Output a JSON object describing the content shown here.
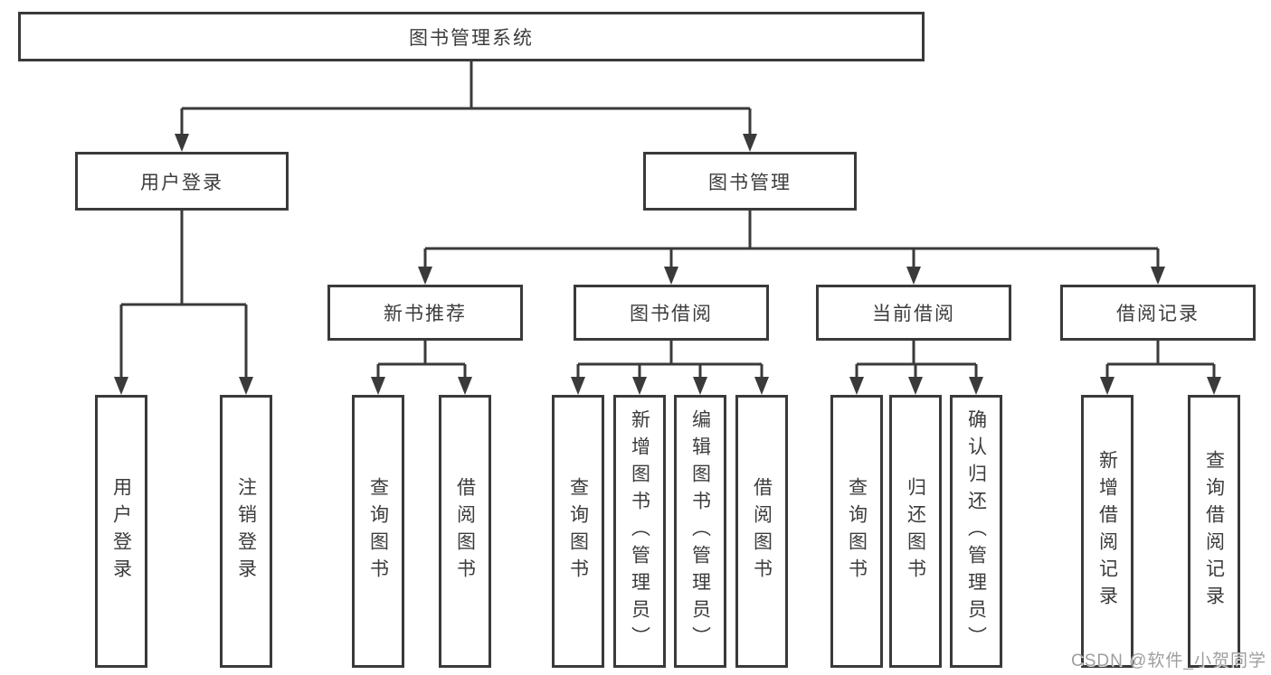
{
  "colors": {
    "line": "#3a3a3a",
    "text": "#3c3c3c",
    "watermark": "#9e9e9e",
    "background": "#ffffff"
  },
  "watermark": {
    "text": "CSDN @软件_小贺同学"
  },
  "diagram": {
    "type": "tree",
    "root": {
      "label": "图书管理系统"
    },
    "level1": [
      {
        "id": "user-login",
        "label": "用户登录",
        "parent": "图书管理系统"
      },
      {
        "id": "book-management",
        "label": "图书管理",
        "parent": "图书管理系统"
      }
    ],
    "level2": [
      {
        "id": "new-book-recommend",
        "label": "新书推荐",
        "parent": "图书管理"
      },
      {
        "id": "book-borrow",
        "label": "图书借阅",
        "parent": "图书管理"
      },
      {
        "id": "current-borrow",
        "label": "当前借阅",
        "parent": "图书管理"
      },
      {
        "id": "borrow-records",
        "label": "借阅记录",
        "parent": "图书管理"
      }
    ],
    "leaves": [
      {
        "id": "leaf-user-login",
        "label": "用户登录",
        "parent": "用户登录"
      },
      {
        "id": "leaf-logout",
        "label": "注销登录",
        "parent": "用户登录"
      },
      {
        "id": "leaf-query-books-newrec",
        "label": "查询图书",
        "parent": "新书推荐"
      },
      {
        "id": "leaf-borrow-books-newrec",
        "label": "借阅图书",
        "parent": "新书推荐"
      },
      {
        "id": "leaf-query-books-borrow",
        "label": "查询图书",
        "parent": "图书借阅"
      },
      {
        "id": "leaf-add-book-admin",
        "label": "新增图书（管理员）",
        "parent": "图书借阅"
      },
      {
        "id": "leaf-edit-book-admin",
        "label": "编辑图书（管理员）",
        "parent": "图书借阅"
      },
      {
        "id": "leaf-borrow-books-borrow",
        "label": "借阅图书",
        "parent": "图书借阅"
      },
      {
        "id": "leaf-query-books-current",
        "label": "查询图书",
        "parent": "当前借阅"
      },
      {
        "id": "leaf-return-books",
        "label": "归还图书",
        "parent": "当前借阅"
      },
      {
        "id": "leaf-confirm-return-admin",
        "label": "确认归还（管理员）",
        "parent": "当前借阅"
      },
      {
        "id": "leaf-add-borrow-record",
        "label": "新增借阅记录",
        "parent": "借阅记录"
      },
      {
        "id": "leaf-query-borrow-record",
        "label": "查询借阅记录",
        "parent": "借阅记录"
      }
    ]
  }
}
